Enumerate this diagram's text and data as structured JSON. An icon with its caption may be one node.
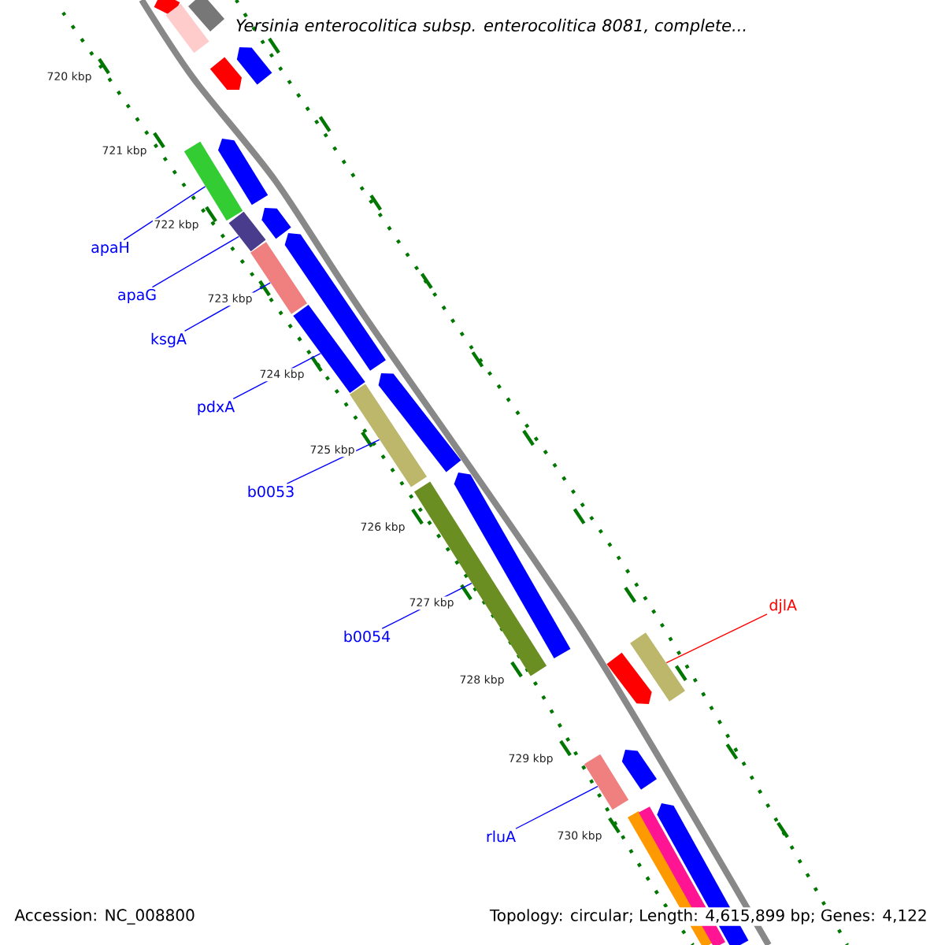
{
  "diagram": {
    "title": "Yersinia enterocolitica subsp. enterocolitica 8081, complete...",
    "nodes": [
      {
        "text": [
          "apaH"
        ]
      },
      {
        "text": [],
        "shape": "bar"
      },
      {
        "text": [
          "apaG"
        ]
      },
      {
        "text": [],
        "shape": "bar"
      },
      {
        "text": [
          "ksgA"
        ]
      },
      {
        "text": [],
        "shape": "bar"
      },
      {
        "text": [
          "pdxA"
        ]
      },
      {
        "text": [],
        "shape": "bar"
      },
      {
        "text": [
          "b0053"
        ]
      },
      {
        "text": [],
        "shape": "bar"
      },
      {
        "text": [
          "b0054"
        ]
      },
      {
        "text": [],
        "shape": "bar"
      },
      {
        "text": [
          "djlA"
        ]
      },
      {
        "text": [],
        "shape": "bar"
      },
      {
        "text": [
          "rluA"
        ]
      },
      {
        "text": [],
        "shape": "bar"
      }
    ],
    "edges": [
      {
        "from": 0,
        "to": 1,
        "arrow": "none"
      },
      {
        "from": 2,
        "to": 3,
        "arrow": "none"
      },
      {
        "from": 4,
        "to": 5,
        "arrow": "none"
      },
      {
        "from": 6,
        "to": 7,
        "arrow": "none"
      },
      {
        "from": 8,
        "to": 9,
        "arrow": "none"
      },
      {
        "from": 10,
        "to": 11,
        "arrow": "none"
      },
      {
        "from": 12,
        "to": 13,
        "arrow": "none",
        "color": "#ff0000"
      },
      {
        "from": 14,
        "to": 15,
        "arrow": "none"
      }
    ],
    "labels": [
      "720 kbp",
      "721 kbp",
      "722 kbp",
      "723 kbp",
      "724 kbp",
      "725 kbp",
      "726 kbp",
      "727 kbp",
      "728 kbp",
      "729 kbp",
      "730 kbp",
      "Accession: NC_008800",
      "Topology: circular; Length: 4,615,899 bp; Genes: 4,122"
    ]
  }
}
